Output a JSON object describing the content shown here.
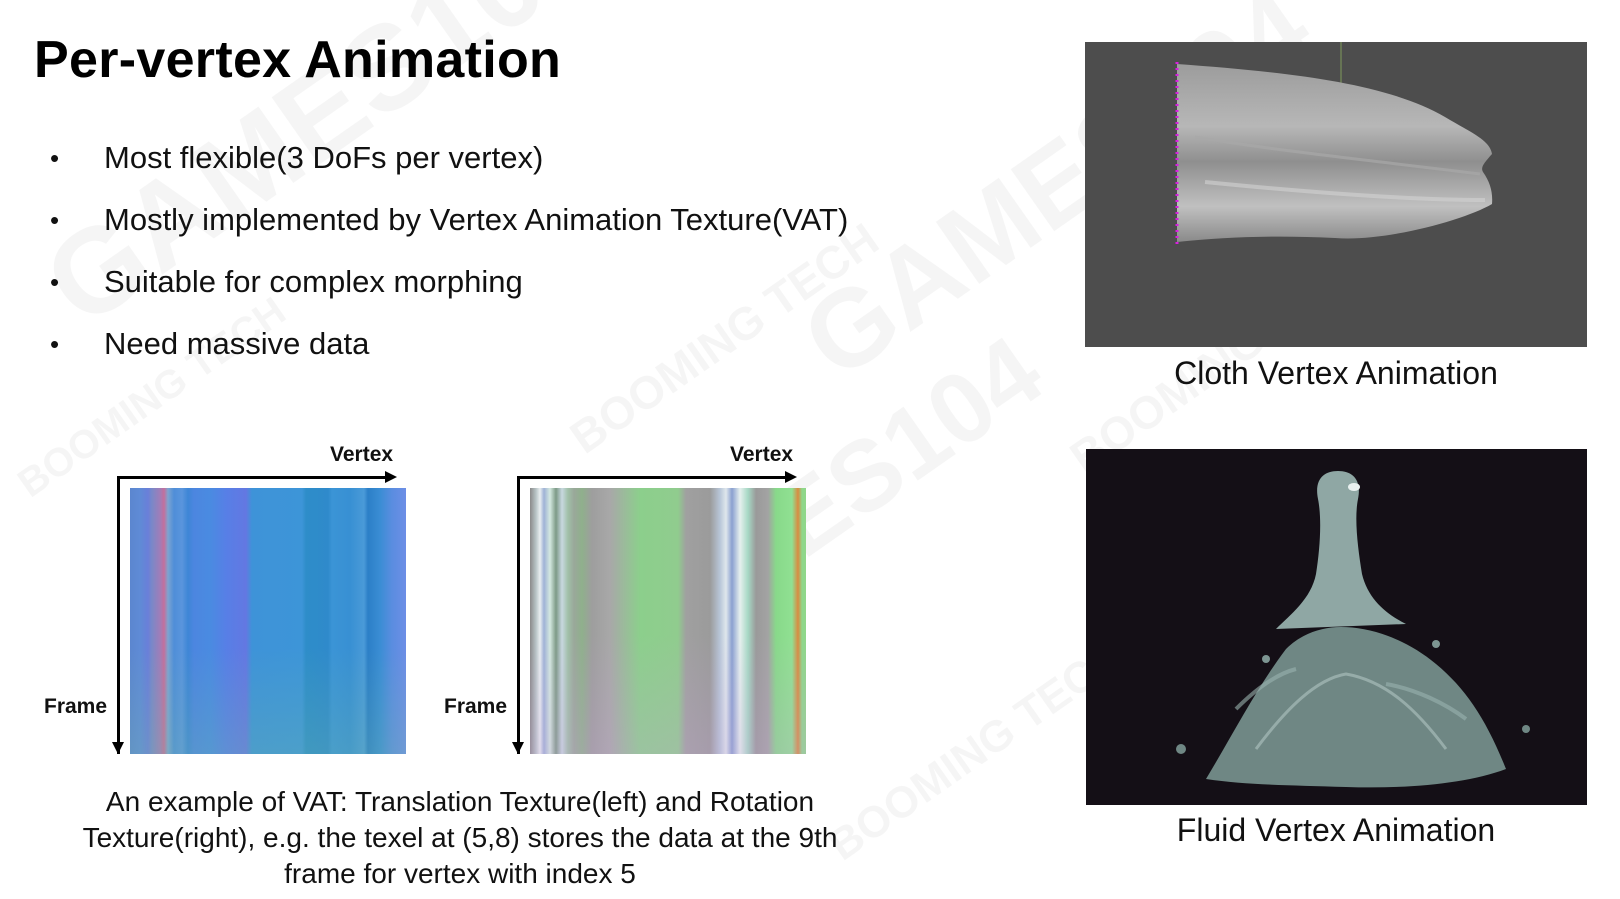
{
  "slide": {
    "title": "Per-vertex Animation",
    "bullets": [
      {
        "symbol": "•",
        "text": "Most flexible(3 DoFs per vertex)"
      },
      {
        "symbol": "•",
        "text": "Mostly implemented by Vertex Animation Texture(VAT)"
      },
      {
        "symbol": "•",
        "text": "Suitable for complex morphing"
      },
      {
        "symbol": "•",
        "text": "Need massive data"
      }
    ]
  },
  "vat_left": {
    "x_axis_label": "Vertex",
    "y_axis_label": "Frame"
  },
  "vat_right": {
    "x_axis_label": "Vertex",
    "y_axis_label": "Frame"
  },
  "vat_caption": "An example of VAT: Translation Texture(left) and Rotation Texture(right), e.g. the texel at (5,8) stores the data at the 9th frame for vertex with index 5",
  "cloth": {
    "caption": "Cloth Vertex Animation",
    "background": "#4d4d4d"
  },
  "fluid": {
    "caption": "Fluid Vertex Animation",
    "background": "#140f16"
  },
  "watermark": {
    "lines": [
      "GAMES104",
      "BOOMING TECH"
    ]
  }
}
